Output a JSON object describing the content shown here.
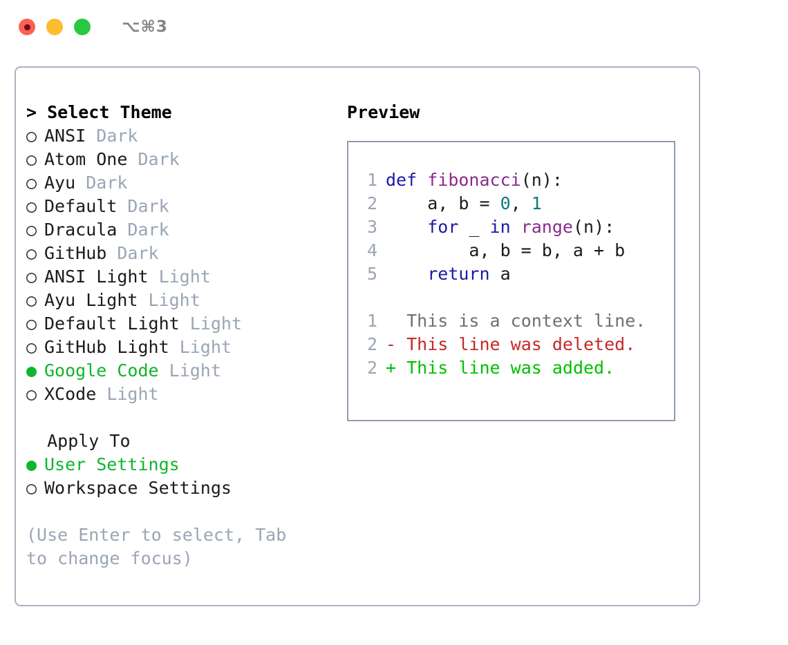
{
  "titlebar": {
    "shortcut": "⌥⌘3",
    "buttons": {
      "close": "close",
      "minimize": "minimize",
      "maximize": "maximize"
    }
  },
  "theme_panel": {
    "header": "> Select Theme",
    "items": [
      {
        "bullet": "○",
        "label": "ANSI",
        "tag": "Dark",
        "selected": false
      },
      {
        "bullet": "○",
        "label": "Atom One",
        "tag": "Dark",
        "selected": false
      },
      {
        "bullet": "○",
        "label": "Ayu",
        "tag": "Dark",
        "selected": false
      },
      {
        "bullet": "○",
        "label": "Default",
        "tag": "Dark",
        "selected": false
      },
      {
        "bullet": "○",
        "label": "Dracula",
        "tag": "Dark",
        "selected": false
      },
      {
        "bullet": "○",
        "label": "GitHub",
        "tag": "Dark",
        "selected": false
      },
      {
        "bullet": "○",
        "label": "ANSI Light",
        "tag": "Light",
        "selected": false
      },
      {
        "bullet": "○",
        "label": "Ayu Light",
        "tag": "Light",
        "selected": false
      },
      {
        "bullet": "○",
        "label": "Default Light",
        "tag": "Light",
        "selected": false
      },
      {
        "bullet": "○",
        "label": "GitHub Light",
        "tag": "Light",
        "selected": false
      },
      {
        "bullet": "●",
        "label": "Google Code",
        "tag": "Light",
        "selected": true
      },
      {
        "bullet": "○",
        "label": "XCode",
        "tag": "Light",
        "selected": false
      }
    ]
  },
  "apply_to": {
    "header": "Apply To",
    "items": [
      {
        "bullet": "●",
        "label": "User Settings",
        "selected": true
      },
      {
        "bullet": "○",
        "label": "Workspace Settings",
        "selected": false
      }
    ]
  },
  "hint": "(Use Enter to select, Tab to change focus)",
  "preview": {
    "header": "Preview",
    "code_lines": [
      {
        "lineno": "1",
        "tokens": [
          {
            "text": "def ",
            "kind": "kw"
          },
          {
            "text": "fibonacci",
            "kind": "fn"
          },
          {
            "text": "(n):",
            "kind": "txt"
          }
        ]
      },
      {
        "lineno": "2",
        "tokens": [
          {
            "text": "    a, b = ",
            "kind": "txt"
          },
          {
            "text": "0",
            "kind": "num"
          },
          {
            "text": ", ",
            "kind": "txt"
          },
          {
            "text": "1",
            "kind": "num"
          }
        ]
      },
      {
        "lineno": "3",
        "tokens": [
          {
            "text": "    ",
            "kind": "txt"
          },
          {
            "text": "for",
            "kind": "kw"
          },
          {
            "text": " _ ",
            "kind": "txt"
          },
          {
            "text": "in",
            "kind": "kw"
          },
          {
            "text": " ",
            "kind": "txt"
          },
          {
            "text": "range",
            "kind": "fn"
          },
          {
            "text": "(n):",
            "kind": "txt"
          }
        ]
      },
      {
        "lineno": "4",
        "tokens": [
          {
            "text": "        a, b = b, a + b",
            "kind": "txt"
          }
        ]
      },
      {
        "lineno": "5",
        "tokens": [
          {
            "text": "    ",
            "kind": "txt"
          },
          {
            "text": "return",
            "kind": "kw"
          },
          {
            "text": " a",
            "kind": "txt"
          }
        ]
      }
    ],
    "diff_lines": [
      {
        "lineno": "1",
        "marker": " ",
        "text": "This is a context line.",
        "kind": "ctx"
      },
      {
        "lineno": "2",
        "marker": "-",
        "text": "This line was deleted.",
        "kind": "del"
      },
      {
        "lineno": "2",
        "marker": "+",
        "text": "This line was added.",
        "kind": "add"
      }
    ]
  },
  "colors": {
    "accent_green": "#0fb52c",
    "muted_tag": "#9aa5b5",
    "panel_border": "#aab2c0",
    "preview_border": "#8f9bad",
    "keyword": "#1a1aa6",
    "function": "#8b2b8b",
    "number": "#0d7a72",
    "diff_delete": "#c62828",
    "diff_add": "#00c000",
    "traffic_close": "#fc6158",
    "traffic_min": "#fdbd2e",
    "traffic_max": "#28c840"
  }
}
